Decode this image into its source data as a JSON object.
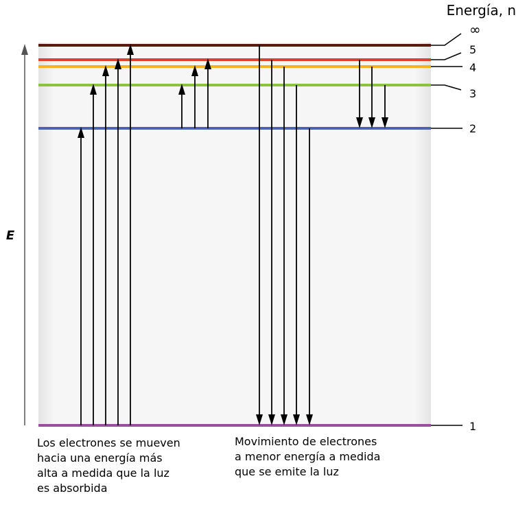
{
  "title": "Energía, n",
  "axis": {
    "label": "E"
  },
  "levels": [
    {
      "n": "∞",
      "color": "#5a1a12"
    },
    {
      "n": "5",
      "color": "#d8452a"
    },
    {
      "n": "4",
      "color": "#f2b51e"
    },
    {
      "n": "3",
      "color": "#8cc23c"
    },
    {
      "n": "2",
      "color": "#4a63b4"
    },
    {
      "n": "1",
      "color": "#9a4f9e"
    }
  ],
  "transitions": {
    "absorption": [
      {
        "from": "1",
        "to": "2"
      },
      {
        "from": "1",
        "to": "3"
      },
      {
        "from": "1",
        "to": "4"
      },
      {
        "from": "1",
        "to": "5"
      },
      {
        "from": "1",
        "to": "∞"
      },
      {
        "from": "2",
        "to": "3"
      },
      {
        "from": "2",
        "to": "4"
      },
      {
        "from": "2",
        "to": "5"
      }
    ],
    "emission": [
      {
        "from": "∞",
        "to": "1"
      },
      {
        "from": "5",
        "to": "1"
      },
      {
        "from": "4",
        "to": "1"
      },
      {
        "from": "3",
        "to": "1"
      },
      {
        "from": "2",
        "to": "1"
      },
      {
        "from": "5",
        "to": "2"
      },
      {
        "from": "4",
        "to": "2"
      },
      {
        "from": "3",
        "to": "2"
      }
    ]
  },
  "captions": {
    "absorbed": [
      "Los electrones se mueven",
      "hacia una energía más",
      "alta a medida que la luz",
      "es absorbida"
    ],
    "emitted": [
      "Movimiento de electrones",
      "a menor energía a medida",
      "que se emite la luz"
    ]
  }
}
